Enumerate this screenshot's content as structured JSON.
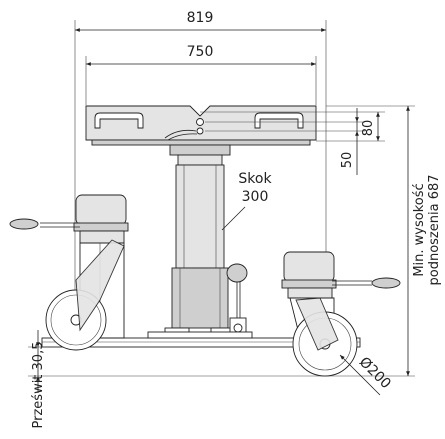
{
  "dimensions": {
    "overall_width": "819",
    "plate_width": "750",
    "plate_thickness": "50",
    "handle_height": "80",
    "stroke_label": "Skok",
    "stroke_value": "300",
    "min_height_line1": "Min. wysokość",
    "min_height_line2": "podnoszenia 687",
    "clearance": "Prześwit 30,5",
    "wheel_diameter": "Ø200"
  }
}
